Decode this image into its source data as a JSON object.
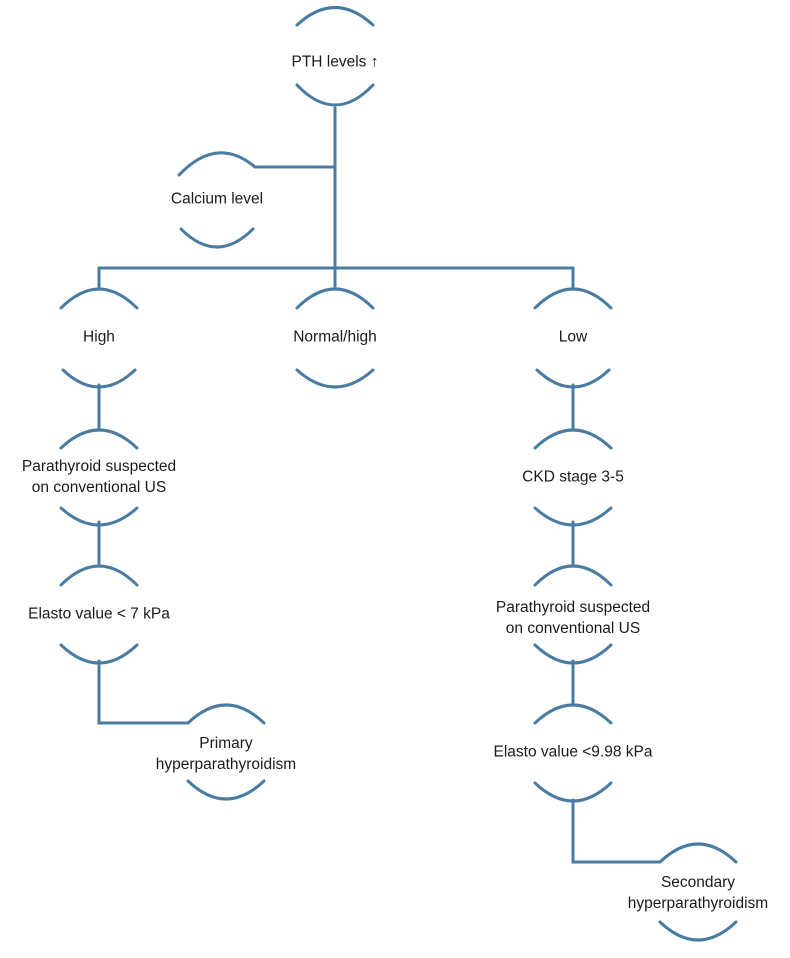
{
  "style": {
    "line_color": "#4a7ca1",
    "text_color": "#1a1a1a",
    "background": "#ffffff"
  },
  "nodes": {
    "pth": {
      "line1": "PTH levels ↑"
    },
    "calcium": {
      "line1": "Calcium level"
    },
    "high": {
      "line1": "High"
    },
    "normal": {
      "line1": "Normal/high"
    },
    "low": {
      "line1": "Low"
    },
    "left_para": {
      "line1": "Parathyroid suspected",
      "line2": "on conventional US"
    },
    "left_elasto": {
      "line1": "Elasto value < 7 kPa"
    },
    "primary": {
      "line1": "Primary",
      "line2": "hyperparathyroidism"
    },
    "ckd": {
      "line1": "CKD stage 3-5"
    },
    "right_para": {
      "line1": "Parathyroid suspected",
      "line2": "on conventional US"
    },
    "right_elasto": {
      "line1": "Elasto value <9.98 kPa"
    },
    "secondary": {
      "line1": "Secondary",
      "line2": "hyperparathyroidism"
    }
  }
}
